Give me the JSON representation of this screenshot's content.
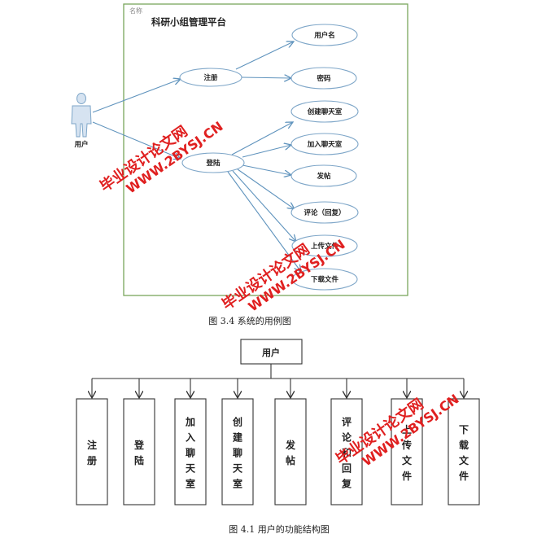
{
  "usecase": {
    "system_label": "名称",
    "title": "科研小组管理平台",
    "actor": "用户",
    "register": "注册",
    "login": "登陆",
    "reg_cases": [
      "用户名",
      "密码"
    ],
    "login_cases": [
      "创建聊天室",
      "加入聊天室",
      "发帖",
      "评论（回复）",
      "上传文件",
      "下载文件"
    ],
    "caption": "图 3.4 系统的用例图"
  },
  "structure": {
    "root": "用户",
    "children": [
      "注册",
      "登陆",
      "加入聊天室",
      "创建聊天室",
      "发帖",
      "评论和回复",
      "上传文件",
      "下载文件"
    ],
    "caption": "图 4.1 用户的功能结构图"
  },
  "watermark": {
    "cn": "毕业设计论文网",
    "url": "WWW.2BYSJ.CN",
    "color": "#e02020"
  },
  "colors": {
    "system_border": "#7aa65c",
    "line": "#5f93bd",
    "ellipse_stroke": "#7ea6c8"
  }
}
